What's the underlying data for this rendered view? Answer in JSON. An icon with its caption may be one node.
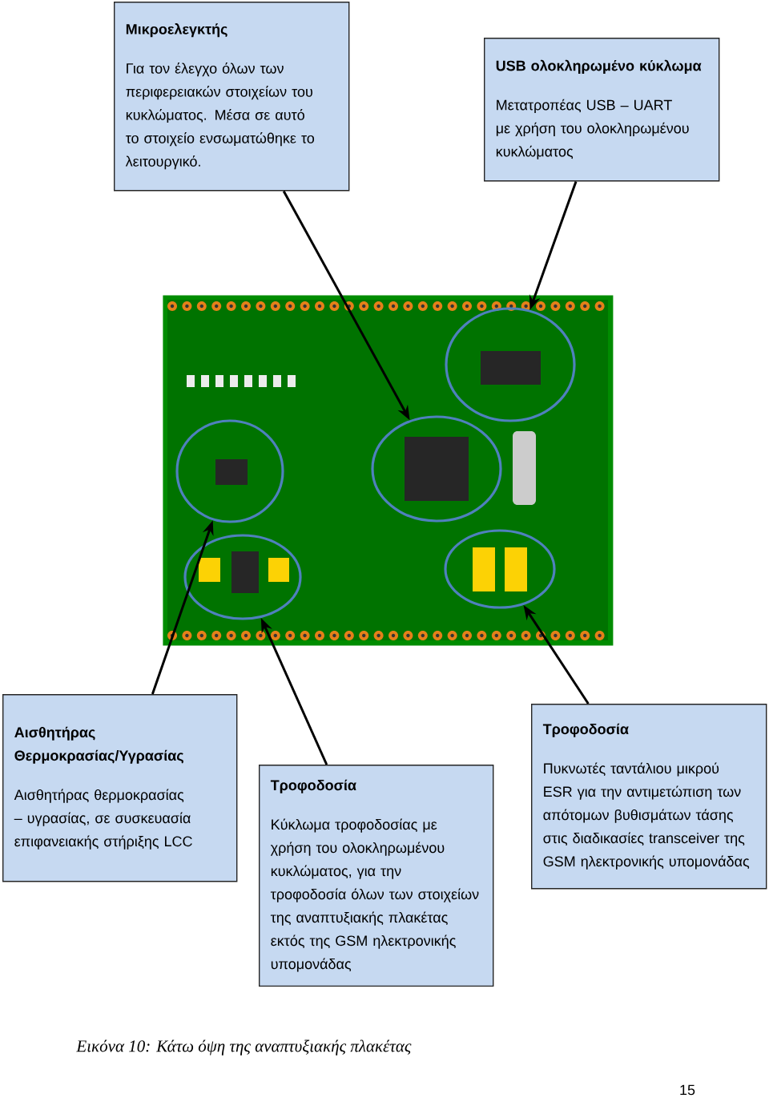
{
  "diagram": {
    "nodes": [
      {
        "text": [
          "Μικροελεγκτής",
          "Για τον έλεγχο όλων των περιφερειακών στοιχείων του κυκλώματος. Μέσα σε αυτό το στοιχείο ενσωματώθηκε το λειτουργικό."
        ]
      },
      {
        "text": [
          "USB ολοκληρωμένο κύκλωμα",
          "Μετατροπέας USB – UART με χρήση του ολοκληρωμένου κυκλώματος"
        ]
      },
      {
        "text": [],
        "shape": "picture"
      },
      {
        "text": [],
        "shape": "circle",
        "in": 2
      },
      {
        "text": [],
        "shape": "circle",
        "in": 2
      },
      {
        "text": [],
        "shape": "circle",
        "in": 2
      },
      {
        "text": [],
        "shape": "circle",
        "in": 2
      },
      {
        "text": [],
        "shape": "circle",
        "in": 2
      },
      {
        "text": [
          "Αισθητήρας Θερμοκρασίας/Υγρασίας",
          "Αισθητήρας θερμοκρασίας – υγρασίας, σε συσκευασία επιφανειακής στήριξης LCC"
        ]
      },
      {
        "text": [
          "Τροφοδοσία",
          "Πυκνωτές ταντάλιου μικρού ESR για την αντιμετώπιση των απότομων βυθισμάτων τάσης στις διαδικασίες transceiver της GSM ηλεκτρονικής υπομονάδας"
        ]
      },
      {
        "text": [
          "Τροφοδοσία",
          "Κύκλωμα τροφοδοσίας με χρήση του ολοκληρωμένου κυκλώματος, για την τροφοδοσία όλων των στοιχείων της αναπτυξιακής πλακέτας εκτός της GSM ηλεκτρονικής υπομονάδας"
        ]
      }
    ],
    "edges": [
      {
        "from": 0,
        "to": 5,
        "arrow": "to"
      },
      {
        "from": 1,
        "to": 3,
        "arrow": "to"
      },
      {
        "from": 8,
        "to": 4,
        "arrow": "to"
      },
      {
        "from": 10,
        "to": 6,
        "arrow": "to"
      },
      {
        "from": 9,
        "to": 7,
        "arrow": "to"
      }
    ],
    "labels": [
      "15"
    ],
    "caption": "Εικόνα 10: Κάτω όψη της αναπτυξιακής πλακέτας"
  }
}
